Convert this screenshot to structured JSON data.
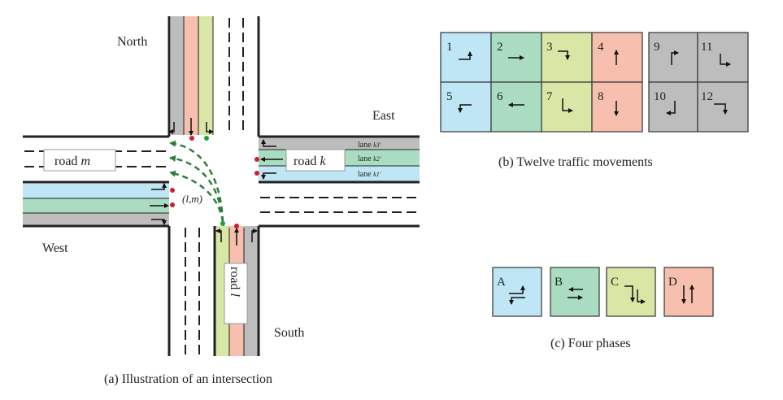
{
  "intersection": {
    "directions": {
      "north": "North",
      "east": "East",
      "west": "West",
      "south": "South"
    },
    "road_m": "road",
    "road_m_var": "m",
    "road_k": "road",
    "road_k_var": "k",
    "road_l": "road",
    "road_l_var": "l",
    "node_label": "(l,m)",
    "lanes": [
      {
        "text": "lane",
        "sub": "k3'"
      },
      {
        "text": "lane",
        "sub": "k2'"
      },
      {
        "text": "lane",
        "sub": "k1'"
      }
    ],
    "caption": "(a) Illustration of an intersection"
  },
  "movements": {
    "caption": "(b) Twelve traffic movements",
    "cells": [
      {
        "num": "1",
        "color": "#bfe6f5"
      },
      {
        "num": "2",
        "color": "#a9dcc0"
      },
      {
        "num": "3",
        "color": "#d8e7a6"
      },
      {
        "num": "4",
        "color": "#f6bfae"
      },
      {
        "num": "5",
        "color": "#bfe6f5"
      },
      {
        "num": "6",
        "color": "#a9dcc0"
      },
      {
        "num": "7",
        "color": "#d8e7a6"
      },
      {
        "num": "8",
        "color": "#f6bfae"
      },
      {
        "num": "9",
        "color": "#bdbdbd"
      },
      {
        "num": "11",
        "color": "#bdbdbd"
      },
      {
        "num": "10",
        "color": "#bdbdbd"
      },
      {
        "num": "12",
        "color": "#bdbdbd"
      }
    ]
  },
  "phases": {
    "caption": "(c) Four phases",
    "items": [
      {
        "letter": "A",
        "color": "#bfe6f5"
      },
      {
        "letter": "B",
        "color": "#a9dcc0"
      },
      {
        "letter": "C",
        "color": "#d8e7a6"
      },
      {
        "letter": "D",
        "color": "#f6bfae"
      }
    ]
  },
  "colors": {
    "blue": "#bfe6f5",
    "green": "#a9dcc0",
    "yellow": "#d8e7a6",
    "pink": "#f6bfae",
    "gray": "#bdbdbd",
    "red": "#cc1f2e",
    "dot_green": "#1aa33a",
    "dash_green": "#2e7d3a"
  }
}
